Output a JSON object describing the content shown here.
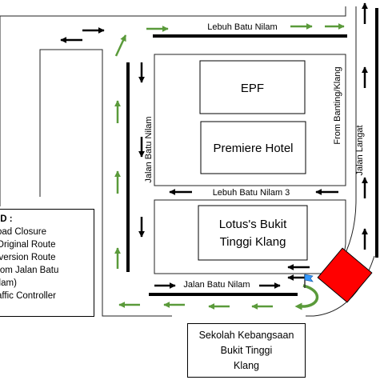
{
  "roads": {
    "lebuh_batu_nilam": "Lebuh Batu Nilam",
    "lebuh_batu_nilam_3": "Lebuh Batu Nilam 3",
    "jalan_batu_nilam_vertical": "Jalan Batu Nilam",
    "jalan_batu_nilam_bottom": "Jalan Batu Nilam",
    "from_banting_klang": "From Banting/Klang",
    "jalan_langat": "Jalan Langat"
  },
  "buildings": {
    "epf": "EPF",
    "premiere_hotel": "Premiere Hotel",
    "lotus_line1": "Lotus's Bukit",
    "lotus_line2": "Tinggi Klang",
    "school_line1": "Sekolah Kebangsaan",
    "school_line2": "Bukit Tinggi",
    "school_line3": "Klang"
  },
  "legend": {
    "title": "ID :",
    "items": [
      "oad Closure",
      "Original Route",
      "iversion Route",
      "rom Jalan Batu",
      "ilam)",
      "affic Controller"
    ]
  },
  "colors": {
    "original_route": "#000000",
    "diversion_route": "#5a9a3a",
    "road_closure": "#ff0000",
    "traffic_controller_flag": "#3399ff"
  }
}
